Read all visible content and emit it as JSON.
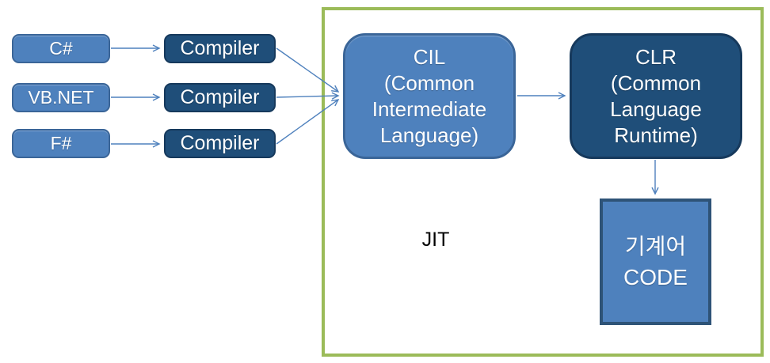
{
  "diagram": {
    "languages": [
      {
        "label": "C#"
      },
      {
        "label": "VB.NET"
      },
      {
        "label": "F#"
      }
    ],
    "compiler_label": "Compiler",
    "cil": {
      "lines": [
        "CIL",
        "(Common",
        "Intermediate",
        "Language)"
      ]
    },
    "clr": {
      "lines": [
        "CLR",
        "(Common",
        "Language",
        "Runtime)"
      ]
    },
    "machine_code": {
      "lines": [
        "기계어",
        "CODE"
      ]
    },
    "jit_label": "JIT",
    "colors": {
      "light-fill": "#4E81BD",
      "light-border": "#3A6598",
      "navy-fill": "#1F4E79",
      "navy-border": "#16395C",
      "machine-border": "#2E5377",
      "frame-green": "#9BBB59",
      "arrow": "#4F81BD",
      "box-text": "#FFFFFF",
      "jit-text": "#000000"
    }
  }
}
